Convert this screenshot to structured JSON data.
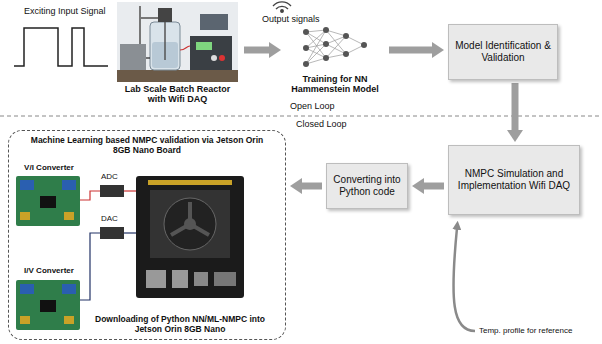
{
  "diagram": {
    "nodes": [
      {
        "text": [
          "Lab Scale Batch Reactor with Wifi DAQ"
        ]
      },
      {
        "text": [
          "Training for NN Hammenstein Model"
        ]
      },
      {
        "text": [
          "Model Identification & Validation"
        ]
      },
      {
        "text": [
          "NMPC Simulation and Implementation Wifi DAQ"
        ]
      },
      {
        "text": [
          "Converting into Python code"
        ]
      },
      {
        "text": [
          "Machine Learning based NMPC validation via Jetson Orin 8GB Nano Board",
          "Downloading of Python NN/ML-NMPC into Jetson Orin 8GB Nano"
        ]
      },
      {
        "text": [
          "V/I Converter"
        ],
        "in": 5
      },
      {
        "text": [
          "I/V Converter"
        ],
        "in": 5
      }
    ],
    "edges": [
      {
        "from": 0,
        "to": 1,
        "arrow": "to",
        "label": "Output signals"
      },
      {
        "from": 1,
        "to": 2,
        "arrow": "to"
      },
      {
        "from": 2,
        "to": 3,
        "arrow": "to"
      },
      {
        "from": 3,
        "to": 4,
        "arrow": "to"
      },
      {
        "from": 4,
        "to": 5,
        "arrow": "to"
      }
    ],
    "labels": [
      "Exciting Input Signal",
      "Open Loop",
      "Closed Loop",
      "ADC",
      "DAC",
      "Temp. profile for reference"
    ]
  }
}
